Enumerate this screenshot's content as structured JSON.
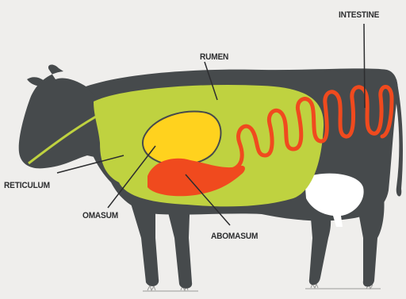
{
  "labels": {
    "intestine": "INTESTINE",
    "rumen": "RUMEN",
    "reticulum": "RETICULUM",
    "omasum": "OMASUM",
    "abomasum": "ABOMASUM"
  },
  "colors": {
    "background": "#efeeec",
    "cow_body": "#464a4c",
    "rumen": "#bfd240",
    "omasum": "#ffd21e",
    "abomasum": "#f04a1e",
    "intestine": "#f04a1e",
    "udder": "#ffffff",
    "label_text": "#2c2d2f"
  }
}
